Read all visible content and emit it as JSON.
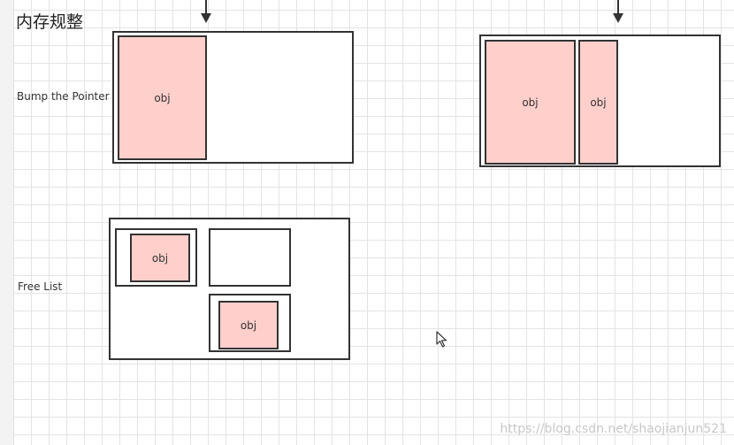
{
  "title": "内存规整",
  "labels": {
    "bump": "Bump the Pointer",
    "free": "Free List"
  },
  "obj_label": "obj",
  "watermark": "https://blog.csdn.net/shaojianjun521",
  "colors": {
    "obj_fill": "#ffcfcb",
    "border": "#333333",
    "grid": "#e4e4e4"
  },
  "icons": [
    "arrow-down-icon",
    "mouse-cursor-icon"
  ]
}
